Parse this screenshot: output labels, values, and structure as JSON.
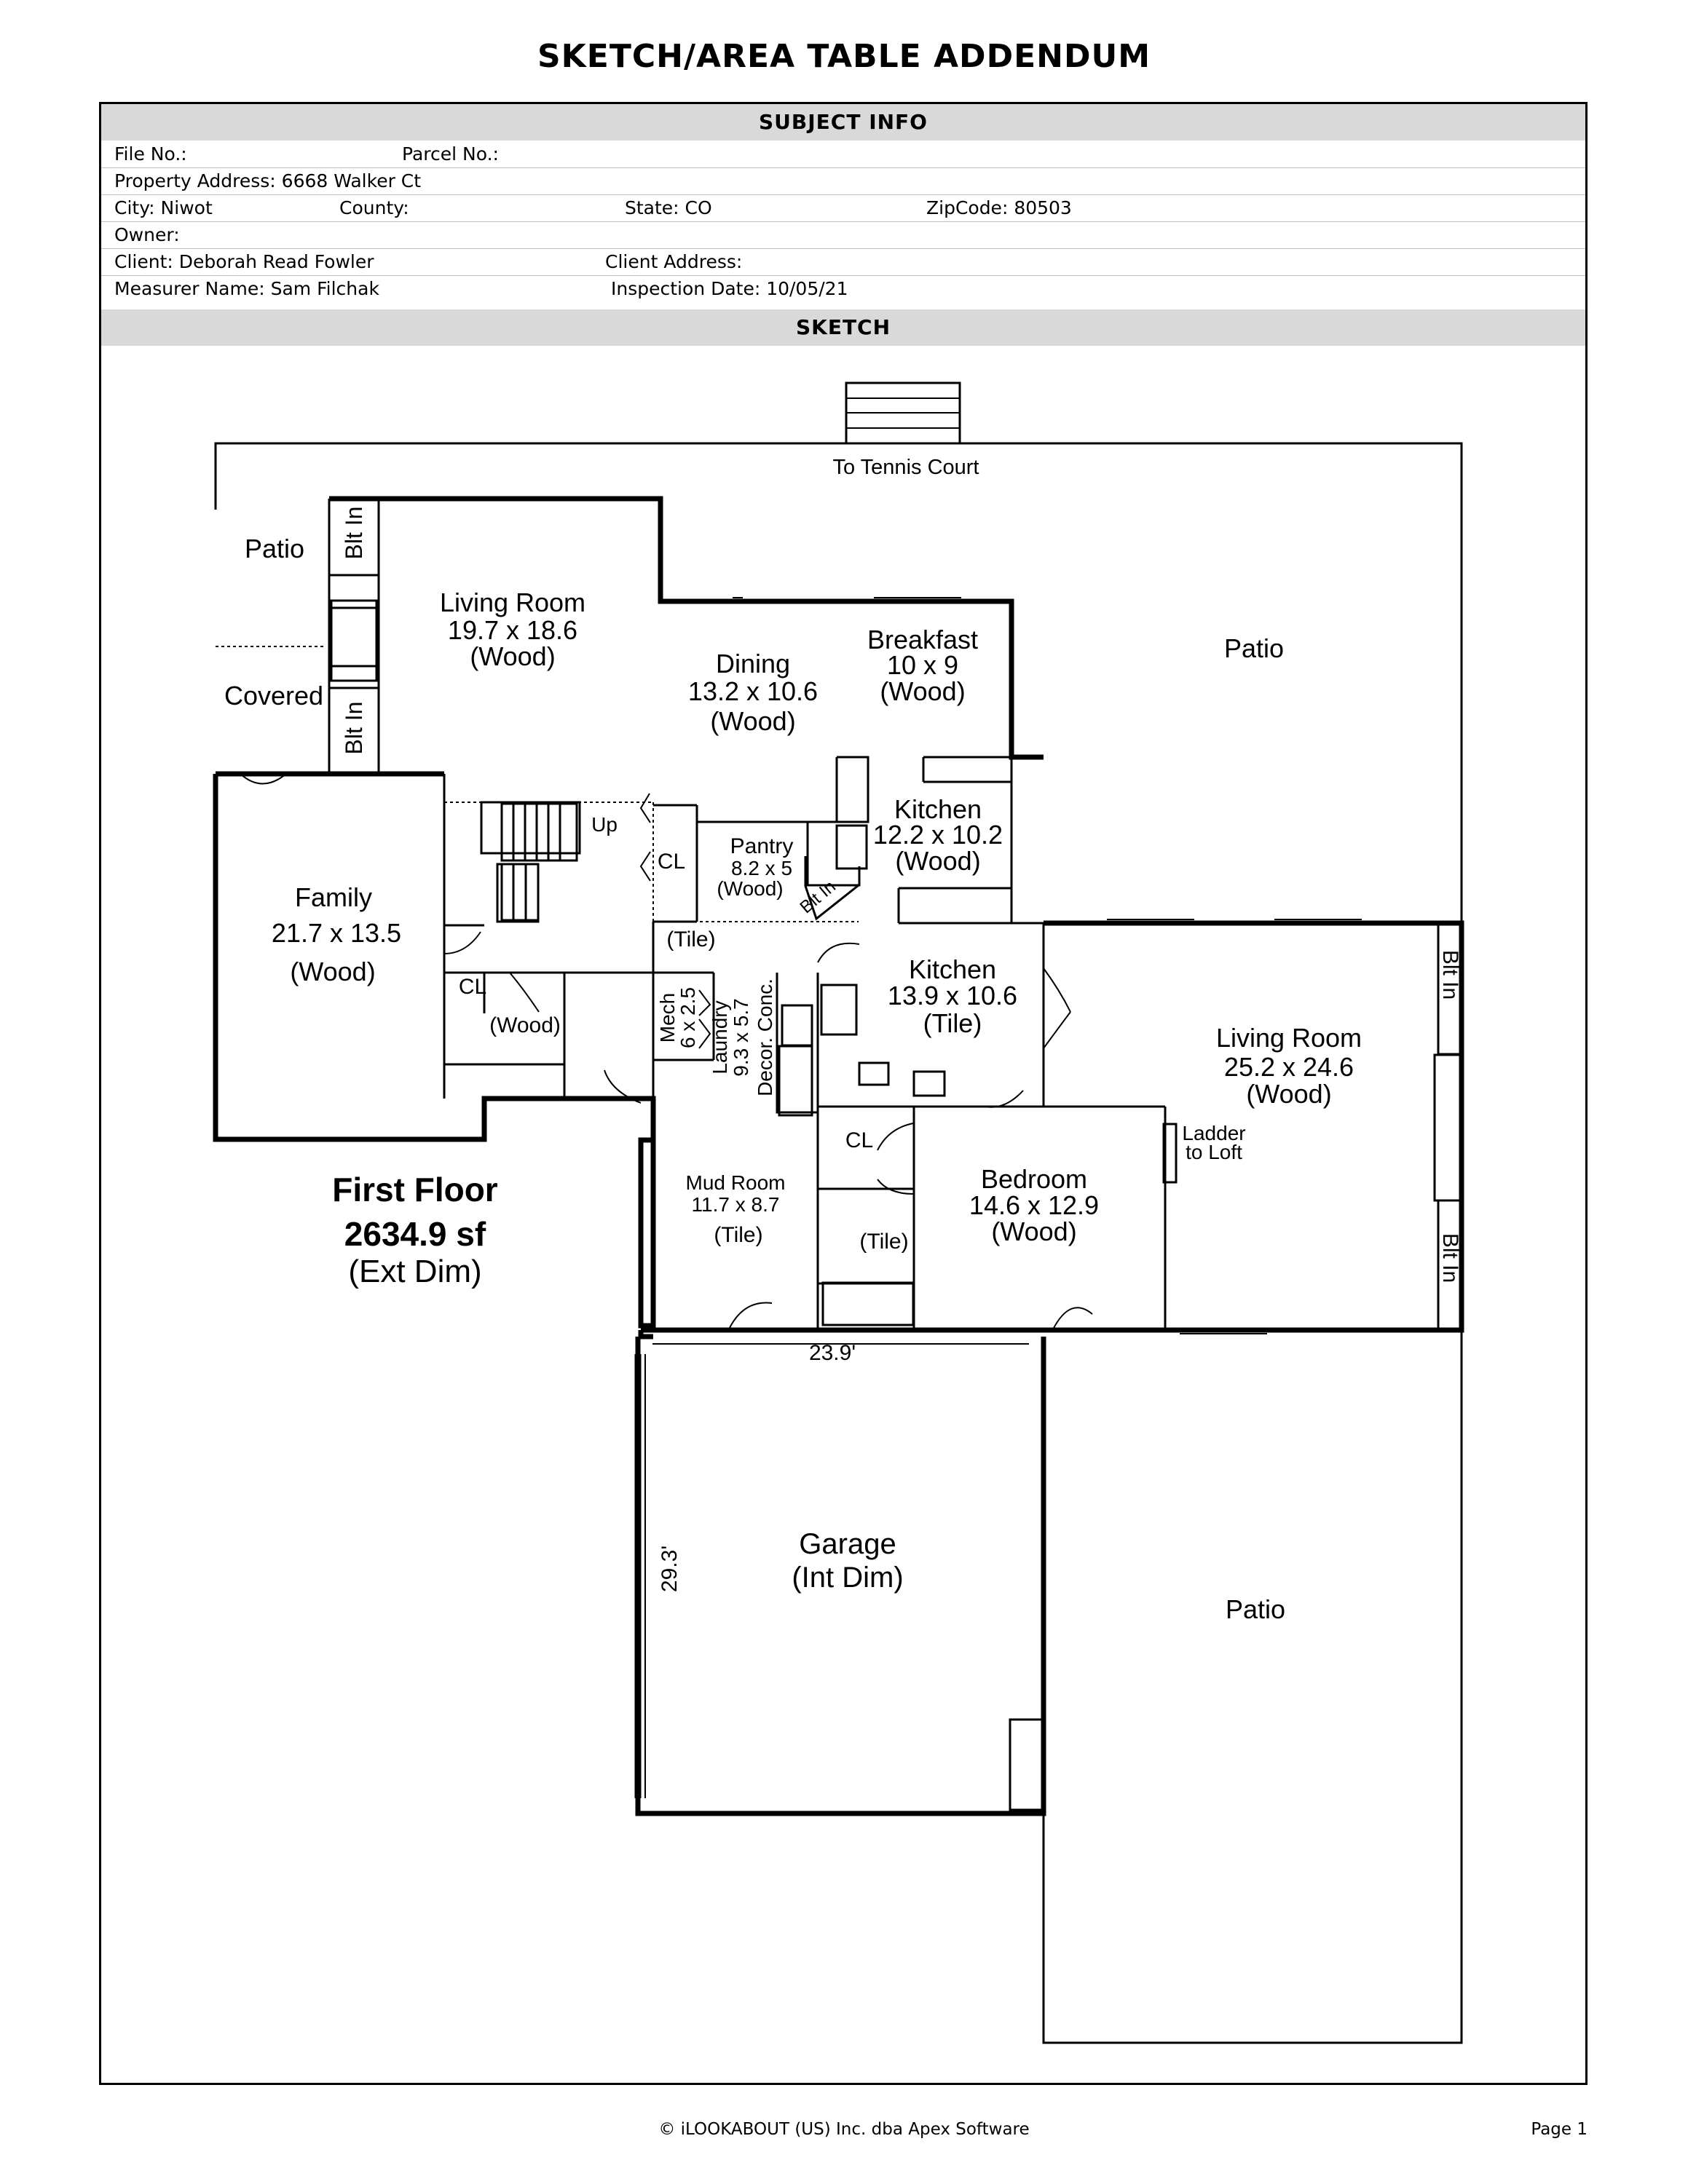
{
  "title": "SKETCH/AREA TABLE ADDENDUM",
  "subject_info": {
    "heading": "SUBJECT INFO",
    "file_no": "File No.:",
    "parcel_no": "Parcel No.:",
    "property_address": "Property Address: 6668 Walker Ct",
    "city": "City: Niwot",
    "county": "County:",
    "state": "State: CO",
    "zip": "ZipCode: 80503",
    "owner": "Owner:",
    "client": "Client: Deborah Read Fowler",
    "client_address": "Client Address:",
    "measurer": "Measurer Name: Sam Filchak",
    "inspection_date": "Inspection Date: 10/05/21"
  },
  "sketch": {
    "heading": "SKETCH",
    "labels": {
      "to_tennis": "To Tennis Court",
      "patio_nw": "Patio",
      "covered": "Covered",
      "bltin": "Blt In",
      "living1_name": "Living Room",
      "living1_dim": "19.7 x 18.6",
      "wood": "(Wood)",
      "dining_name": "Dining",
      "dining_dim": "13.2 x 10.6",
      "breakfast_name": "Breakfast",
      "breakfast_dim": "10 x 9",
      "patio_ne": "Patio",
      "kitchen1_name": "Kitchen",
      "kitchen1_dim": "12.2 x 10.2",
      "pantry_name": "Pantry",
      "pantry_dim": "8.2 x 5",
      "cl": "CL",
      "up": "Up",
      "family_name": "Family",
      "family_dim": "21.7 x 13.5",
      "tile": "(Tile)",
      "mech_name": "Mech",
      "mech_dim": "6 x 2.5",
      "laundry_name": "Laundry",
      "laundry_dim": "9.3 x 5.7",
      "decor": "Decor. Conc.",
      "kitchen2_name": "Kitchen",
      "kitchen2_dim": "13.9 x 10.6",
      "living2_name": "Living Room",
      "living2_dim": "25.2 x 24.6",
      "ladder1": "Ladder",
      "ladder2": "to Loft",
      "mud_name": "Mud Room",
      "mud_dim": "11.7 x 8.7",
      "bedroom_name": "Bedroom",
      "bedroom_dim": "14.6 x 12.9",
      "floor_name": "First Floor",
      "floor_area": "2634.9 sf",
      "floor_note": "(Ext Dim)",
      "garage_width": "23.9'",
      "garage_depth": "29.3'",
      "garage_name": "Garage",
      "garage_note": "(Int Dim)",
      "patio_se": "Patio"
    }
  },
  "footer": {
    "copyright": "© iLOOKABOUT (US) Inc. dba Apex Software",
    "page": "Page 1"
  }
}
